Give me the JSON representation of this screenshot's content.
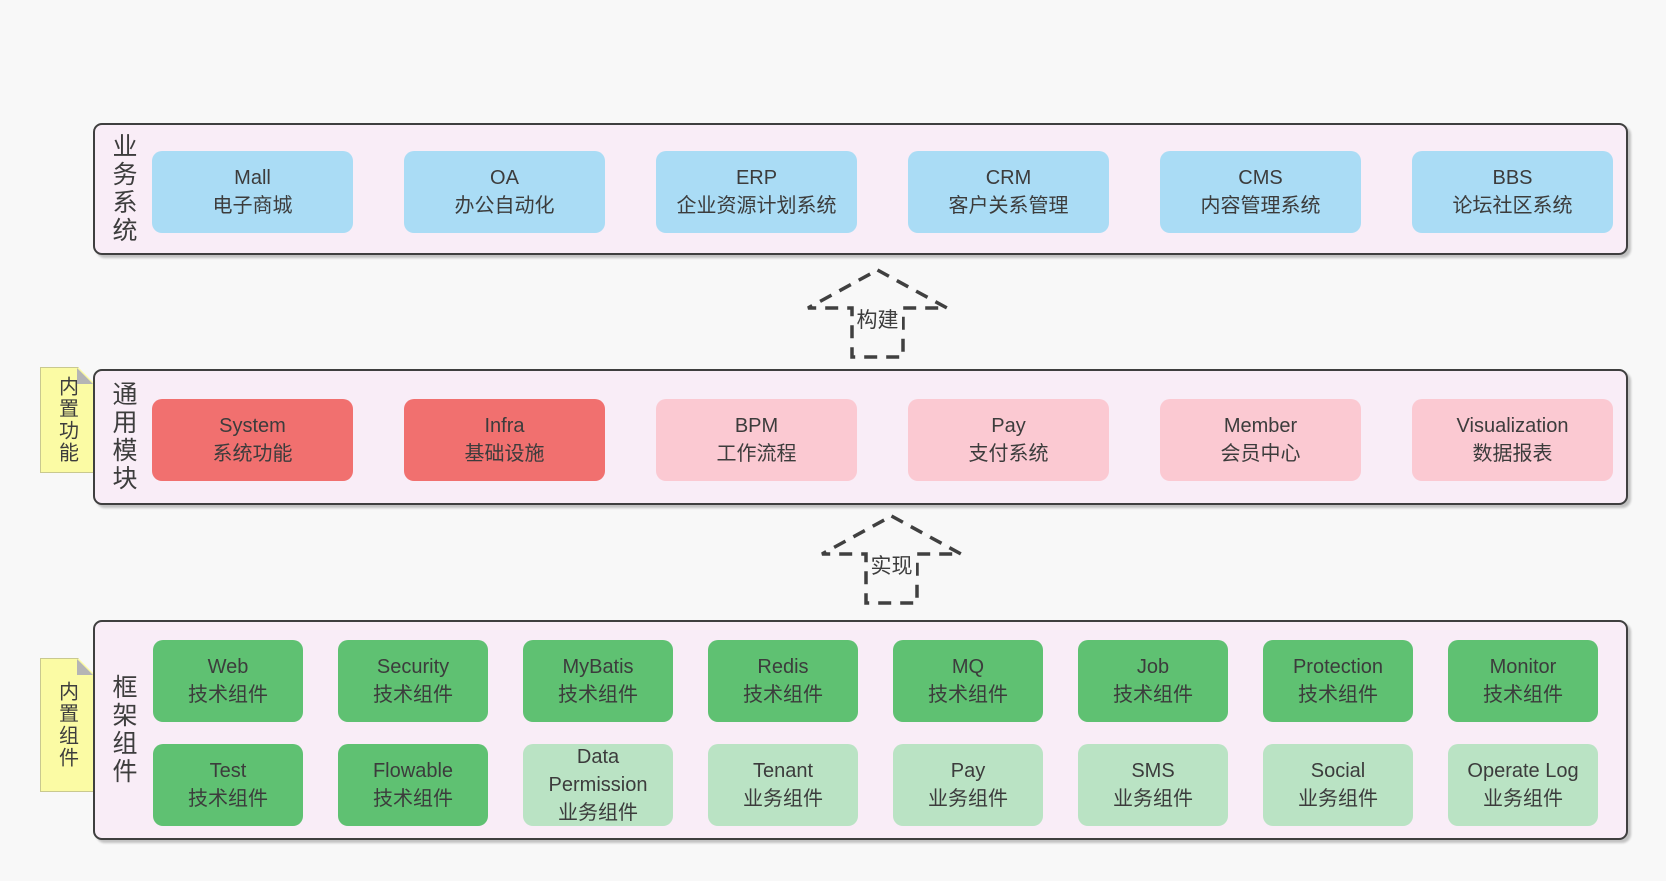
{
  "diagram": {
    "colors": {
      "page_bg": "#f8f8f8",
      "panel_bg": "#f9edf7",
      "panel_border": "#3f3f3f",
      "blue": "#aadcf5",
      "red": "#f1706f",
      "pink": "#fbc9d2",
      "green": "#5fc172",
      "lightgreen": "#bae3c4",
      "note_yellow": "#fbfba4",
      "text": "#3d3d3d"
    },
    "arrows": [
      {
        "label": "构建"
      },
      {
        "label": "实现"
      }
    ],
    "layers": [
      {
        "label": "业务系统",
        "boxes": [
          {
            "name": "Mall",
            "type": "电子商城",
            "variant": "blue"
          },
          {
            "name": "OA",
            "type": "办公自动化",
            "variant": "blue"
          },
          {
            "name": "ERP",
            "type": "企业资源计划系统",
            "variant": "blue"
          },
          {
            "name": "CRM",
            "type": "客户关系管理",
            "variant": "blue"
          },
          {
            "name": "CMS",
            "type": "内容管理系统",
            "variant": "blue"
          },
          {
            "name": "BBS",
            "type": "论坛社区系统",
            "variant": "blue"
          }
        ]
      },
      {
        "label": "通用模块",
        "note": "内置功能",
        "boxes": [
          {
            "name": "System",
            "type": "系统功能",
            "variant": "red"
          },
          {
            "name": "Infra",
            "type": "基础设施",
            "variant": "red"
          },
          {
            "name": "BPM",
            "type": "工作流程",
            "variant": "pink"
          },
          {
            "name": "Pay",
            "type": "支付系统",
            "variant": "pink"
          },
          {
            "name": "Member",
            "type": "会员中心",
            "variant": "pink"
          },
          {
            "name": "Visualization",
            "type": "数据报表",
            "variant": "pink"
          }
        ]
      },
      {
        "label": "框架组件",
        "note": "内置组件",
        "rows": [
          [
            {
              "name": "Web",
              "type": "技术组件",
              "variant": "green"
            },
            {
              "name": "Security",
              "type": "技术组件",
              "variant": "green"
            },
            {
              "name": "MyBatis",
              "type": "技术组件",
              "variant": "green"
            },
            {
              "name": "Redis",
              "type": "技术组件",
              "variant": "green"
            },
            {
              "name": "MQ",
              "type": "技术组件",
              "variant": "green"
            },
            {
              "name": "Job",
              "type": "技术组件",
              "variant": "green"
            },
            {
              "name": "Protection",
              "type": "技术组件",
              "variant": "green"
            },
            {
              "name": "Monitor",
              "type": "技术组件",
              "variant": "green"
            }
          ],
          [
            {
              "name": "Test",
              "type": "技术组件",
              "variant": "green"
            },
            {
              "name": "Flowable",
              "type": "技术组件",
              "variant": "green"
            },
            {
              "name": "Data Permission",
              "type": "业务组件",
              "variant": "lightgreen"
            },
            {
              "name": "Tenant",
              "type": "业务组件",
              "variant": "lightgreen"
            },
            {
              "name": "Pay",
              "type": "业务组件",
              "variant": "lightgreen"
            },
            {
              "name": "SMS",
              "type": "业务组件",
              "variant": "lightgreen"
            },
            {
              "name": "Social",
              "type": "业务组件",
              "variant": "lightgreen"
            },
            {
              "name": "Operate Log",
              "type": "业务组件",
              "variant": "lightgreen"
            }
          ]
        ]
      }
    ]
  }
}
